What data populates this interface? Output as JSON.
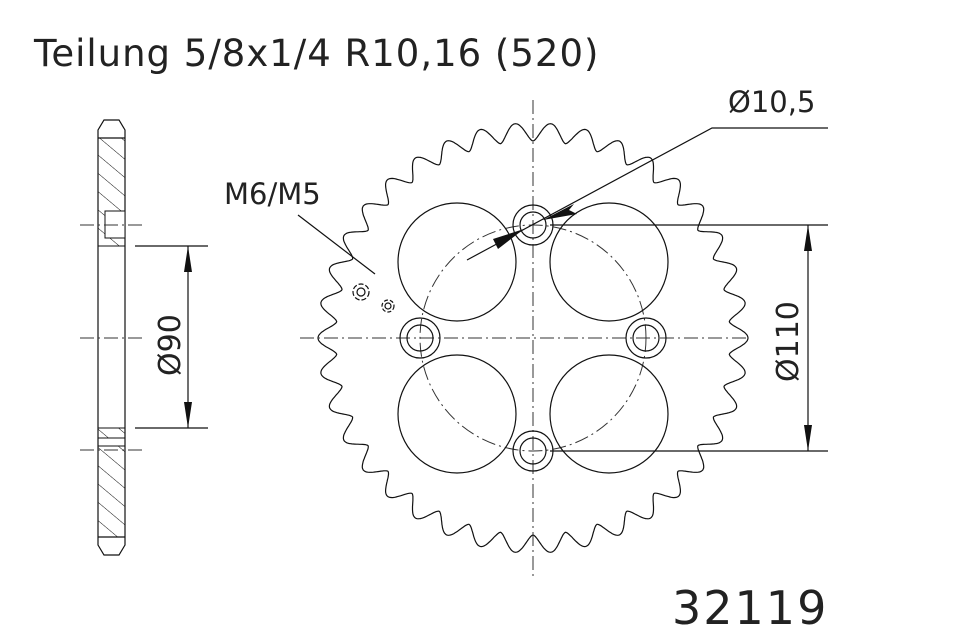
{
  "title": "Teilung 5/8x1/4 R10,16 (520)",
  "part_number": "32119",
  "labels": {
    "thread": "M6/M5",
    "hole_diameter": "Ø10,5",
    "bolt_circle": "Ø110",
    "center_bore": "Ø90"
  },
  "colors": {
    "line": "#111111",
    "background": "#ffffff"
  }
}
